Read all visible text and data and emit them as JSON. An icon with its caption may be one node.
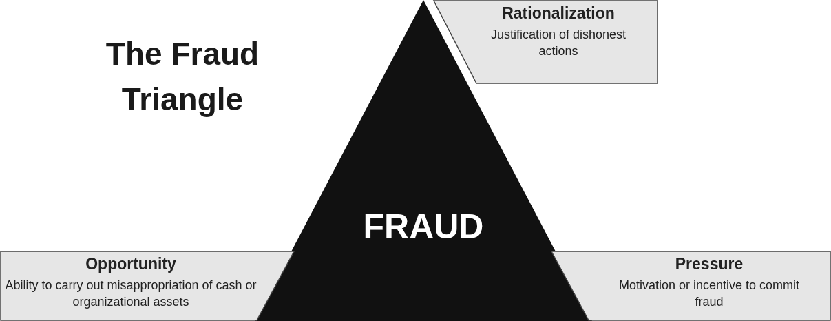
{
  "diagram": {
    "title": "The Fraud Triangle",
    "nodes": [
      {
        "text": [
          "FRAUD"
        ]
      },
      {
        "text": [
          "Rationalization",
          "Justification of dishonest actions"
        ]
      },
      {
        "text": [
          "Opportunity",
          "Ability to carry out misappropriation of cash or organizational assets"
        ]
      },
      {
        "text": [
          "Pressure",
          "Motivation or incentive to commit fraud"
        ]
      }
    ]
  }
}
